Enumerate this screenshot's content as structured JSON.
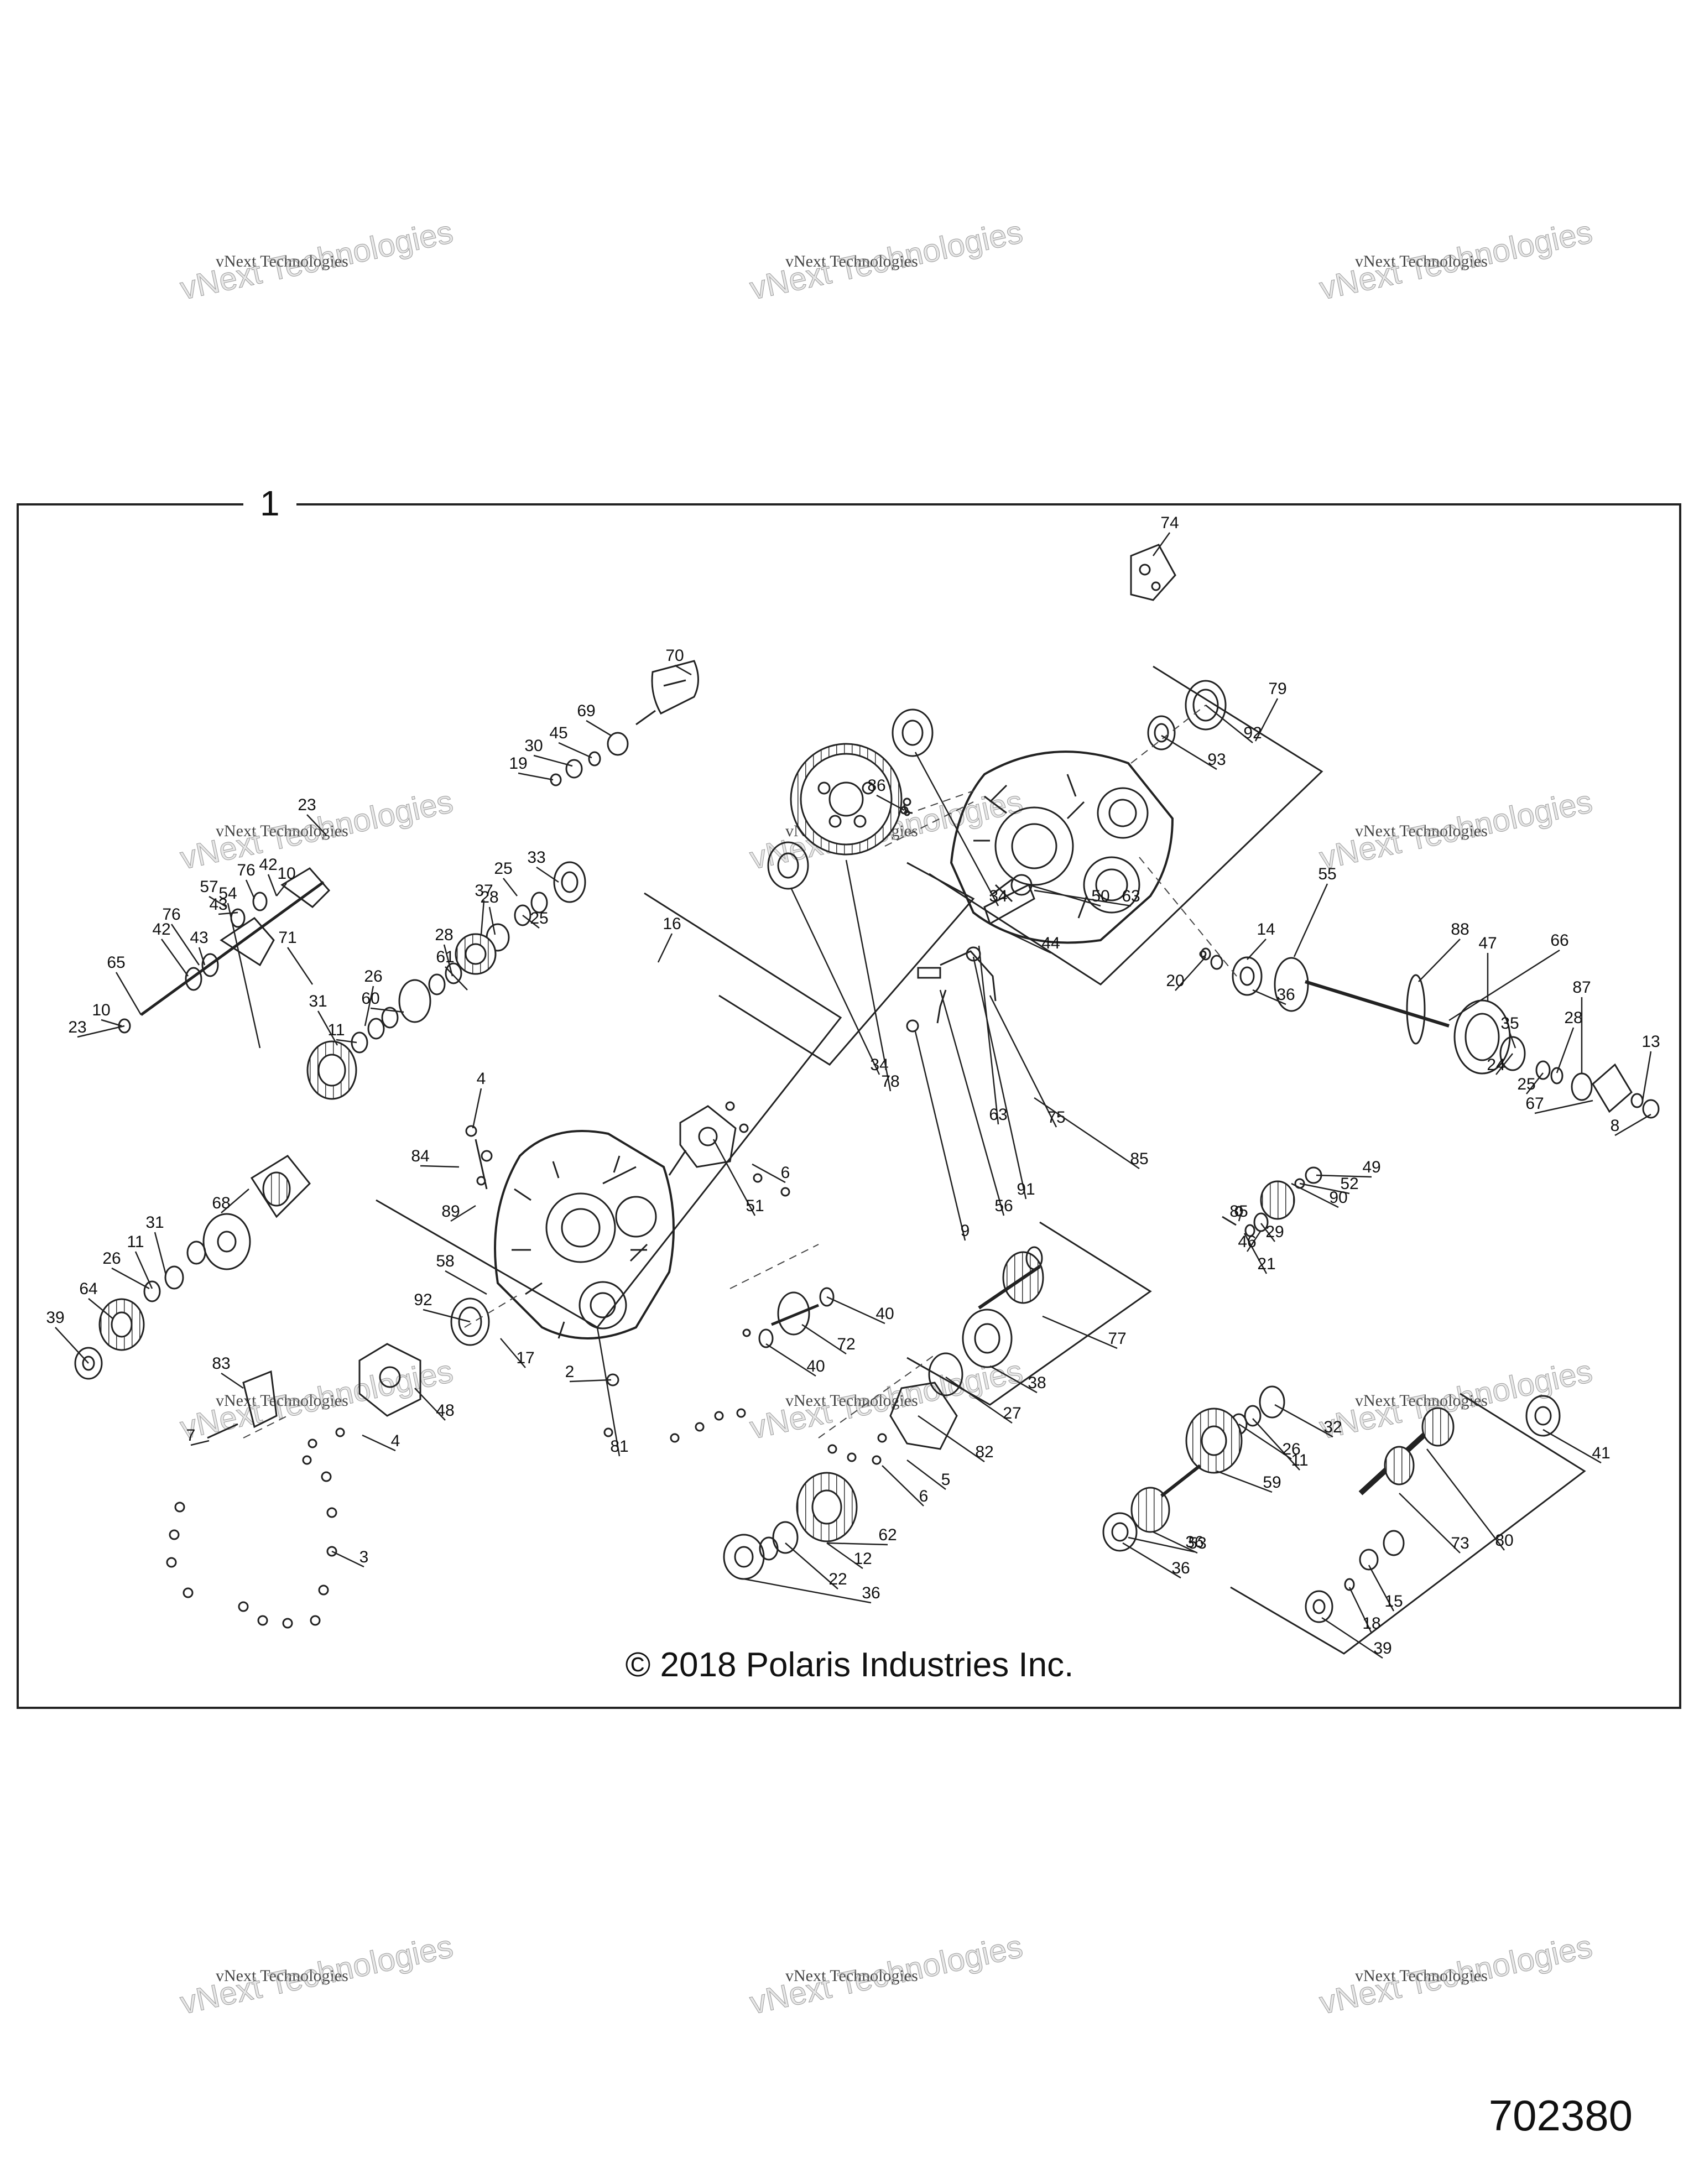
{
  "frame_label": "1",
  "copyright": "© 2018 Polaris Industries Inc.",
  "figure_id": "702380",
  "watermark": {
    "line1": "vNext Technologies",
    "line2": "vNext Technologies"
  },
  "callouts": {
    "c1": "2",
    "c2": "3",
    "c3": "4",
    "c4": "4",
    "c5": "5",
    "c6": "6",
    "c7": "6",
    "c8": "7",
    "c9": "8",
    "c10": "9",
    "c11": "10",
    "c12": "10",
    "c13": "11",
    "c14": "11",
    "c15": "11",
    "c16": "12",
    "c17": "13",
    "c18": "14",
    "c19": "15",
    "c20": "16",
    "c21": "17",
    "c22": "18",
    "c23": "19",
    "c24": "20",
    "c25": "21",
    "c26": "22",
    "c27": "23",
    "c28": "23",
    "c29": "24",
    "c30": "25",
    "c31": "25",
    "c32": "25",
    "c33": "26",
    "c34": "26",
    "c35": "26",
    "c36": "27",
    "c37": "28",
    "c38": "28",
    "c39": "28",
    "c40": "29",
    "c41": "30",
    "c42": "31",
    "c43": "31",
    "c44": "32",
    "c45": "33",
    "c46": "34",
    "c47": "34",
    "c48": "35",
    "c49": "36",
    "c50": "36",
    "c51": "36",
    "c52": "36",
    "c53": "37",
    "c54": "38",
    "c55": "39",
    "c56": "39",
    "c57": "40",
    "c58": "40",
    "c59": "41",
    "c60": "42",
    "c61": "42",
    "c62": "43",
    "c63": "43",
    "c64": "44",
    "c65": "45",
    "c66": "46",
    "c67": "47",
    "c68": "48",
    "c69": "49",
    "c70": "50",
    "c71": "51",
    "c72": "52",
    "c73": "53",
    "c74": "54",
    "c75": "55",
    "c76": "56",
    "c77": "57",
    "c78": "58",
    "c79": "59",
    "c80": "60",
    "c81": "61",
    "c82": "62",
    "c83": "63",
    "c84": "63",
    "c85": "64",
    "c86": "65",
    "c87": "66",
    "c88": "67",
    "c89": "68",
    "c90": "69",
    "c91": "70",
    "c92": "71",
    "c93": "72",
    "c94": "73",
    "c95": "74",
    "c96": "75",
    "c97": "76",
    "c98": "76",
    "c99": "77",
    "c100": "78",
    "c101": "79",
    "c102": "80",
    "c103": "81",
    "c104": "82",
    "c105": "83",
    "c106": "84",
    "c107": "85",
    "c108": "85",
    "c109": "86",
    "c110": "87",
    "c111": "88",
    "c112": "89",
    "c113": "90",
    "c114": "91",
    "c115": "92",
    "c116": "92",
    "c117": "93"
  }
}
